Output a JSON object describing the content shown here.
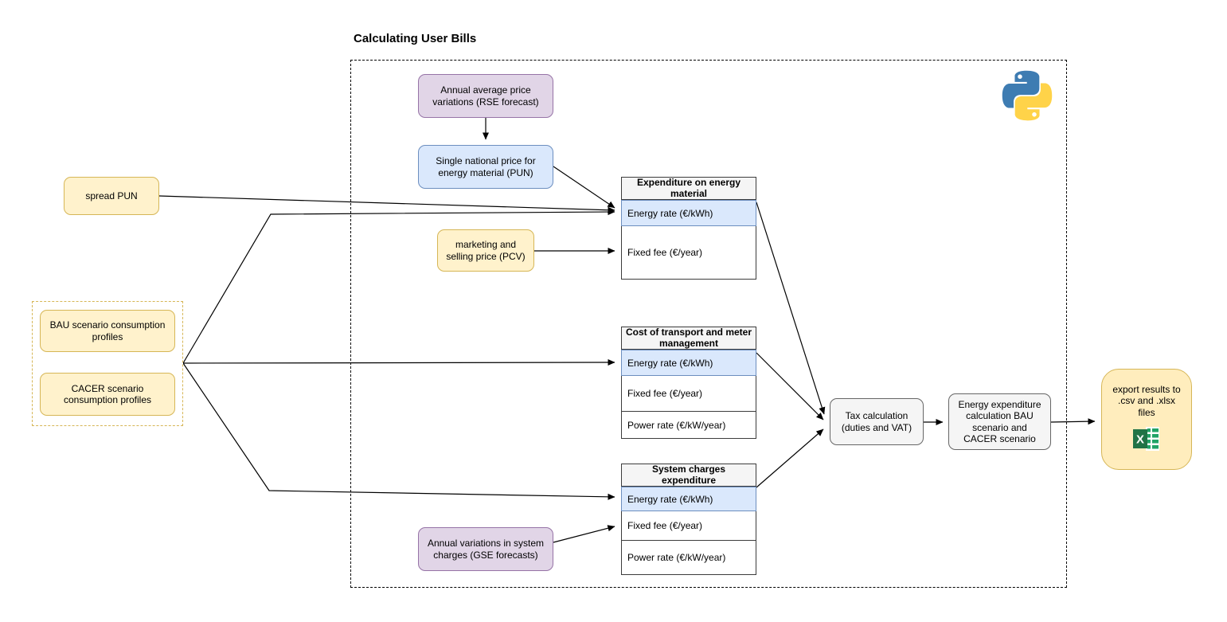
{
  "title": "Calculating User Bills",
  "colors": {
    "yellow-fill": "#FFF2CC",
    "yellow-stroke": "#D6B656",
    "purple-fill": "#E1D5E7",
    "purple-stroke": "#9673A6",
    "blue-fill": "#DAE8FC",
    "blue-stroke": "#6C8EBF",
    "gray-fill": "#F5F5F5",
    "gray-stroke": "#666666",
    "row-blue-fill": "#DAE8FC",
    "row-blue-stroke": "#6C8EBF",
    "table-stroke": "#3c3c3c",
    "export-fill": "#FFEDBD",
    "excel-green": "#217346",
    "excel-bar-green": "#21A366",
    "python-blue": "#3E7CB2",
    "python-yellow": "#FFD349",
    "edge-color": "#000000"
  },
  "nodes": {
    "rse_forecast": {
      "label": "Annual average price variations (RSE forecast)"
    },
    "pun": {
      "label": "Single national price for energy material (PUN)"
    },
    "spread_pun": {
      "label": "spread PUN"
    },
    "pcv": {
      "label": "marketing and selling price (PCV)"
    },
    "bau_profiles": {
      "label": "BAU scenario consumption profiles"
    },
    "cacer_profiles": {
      "label": "CACER scenario consumption profiles"
    },
    "gse_forecasts": {
      "label": "Annual variations in system charges (GSE forecasts)"
    },
    "tax_calculation": {
      "label": "Tax calculation (duties and VAT)"
    },
    "energy_expenditure": {
      "label": "Energy expenditure calculation BAU scenario and CACER scenario"
    },
    "export_results": {
      "label": "export results to .csv and .xlsx files"
    }
  },
  "tables": [
    {
      "title": "Expenditure on energy material",
      "rows": [
        "Energy rate (€/kWh)",
        "Fixed fee (€/year)"
      ]
    },
    {
      "title": "Cost of transport and meter management",
      "rows": [
        "Energy rate (€/kWh)",
        "Fixed fee (€/year)",
        "Power rate (€/kW/year)"
      ]
    },
    {
      "title": "System charges expenditure",
      "rows": [
        "Energy rate (€/kWh)",
        "Fixed fee (€/year)",
        "Power rate (€/kW/year)"
      ]
    }
  ],
  "icons": {
    "python": "python-logo",
    "excel": "excel-spreadsheet-logo"
  }
}
